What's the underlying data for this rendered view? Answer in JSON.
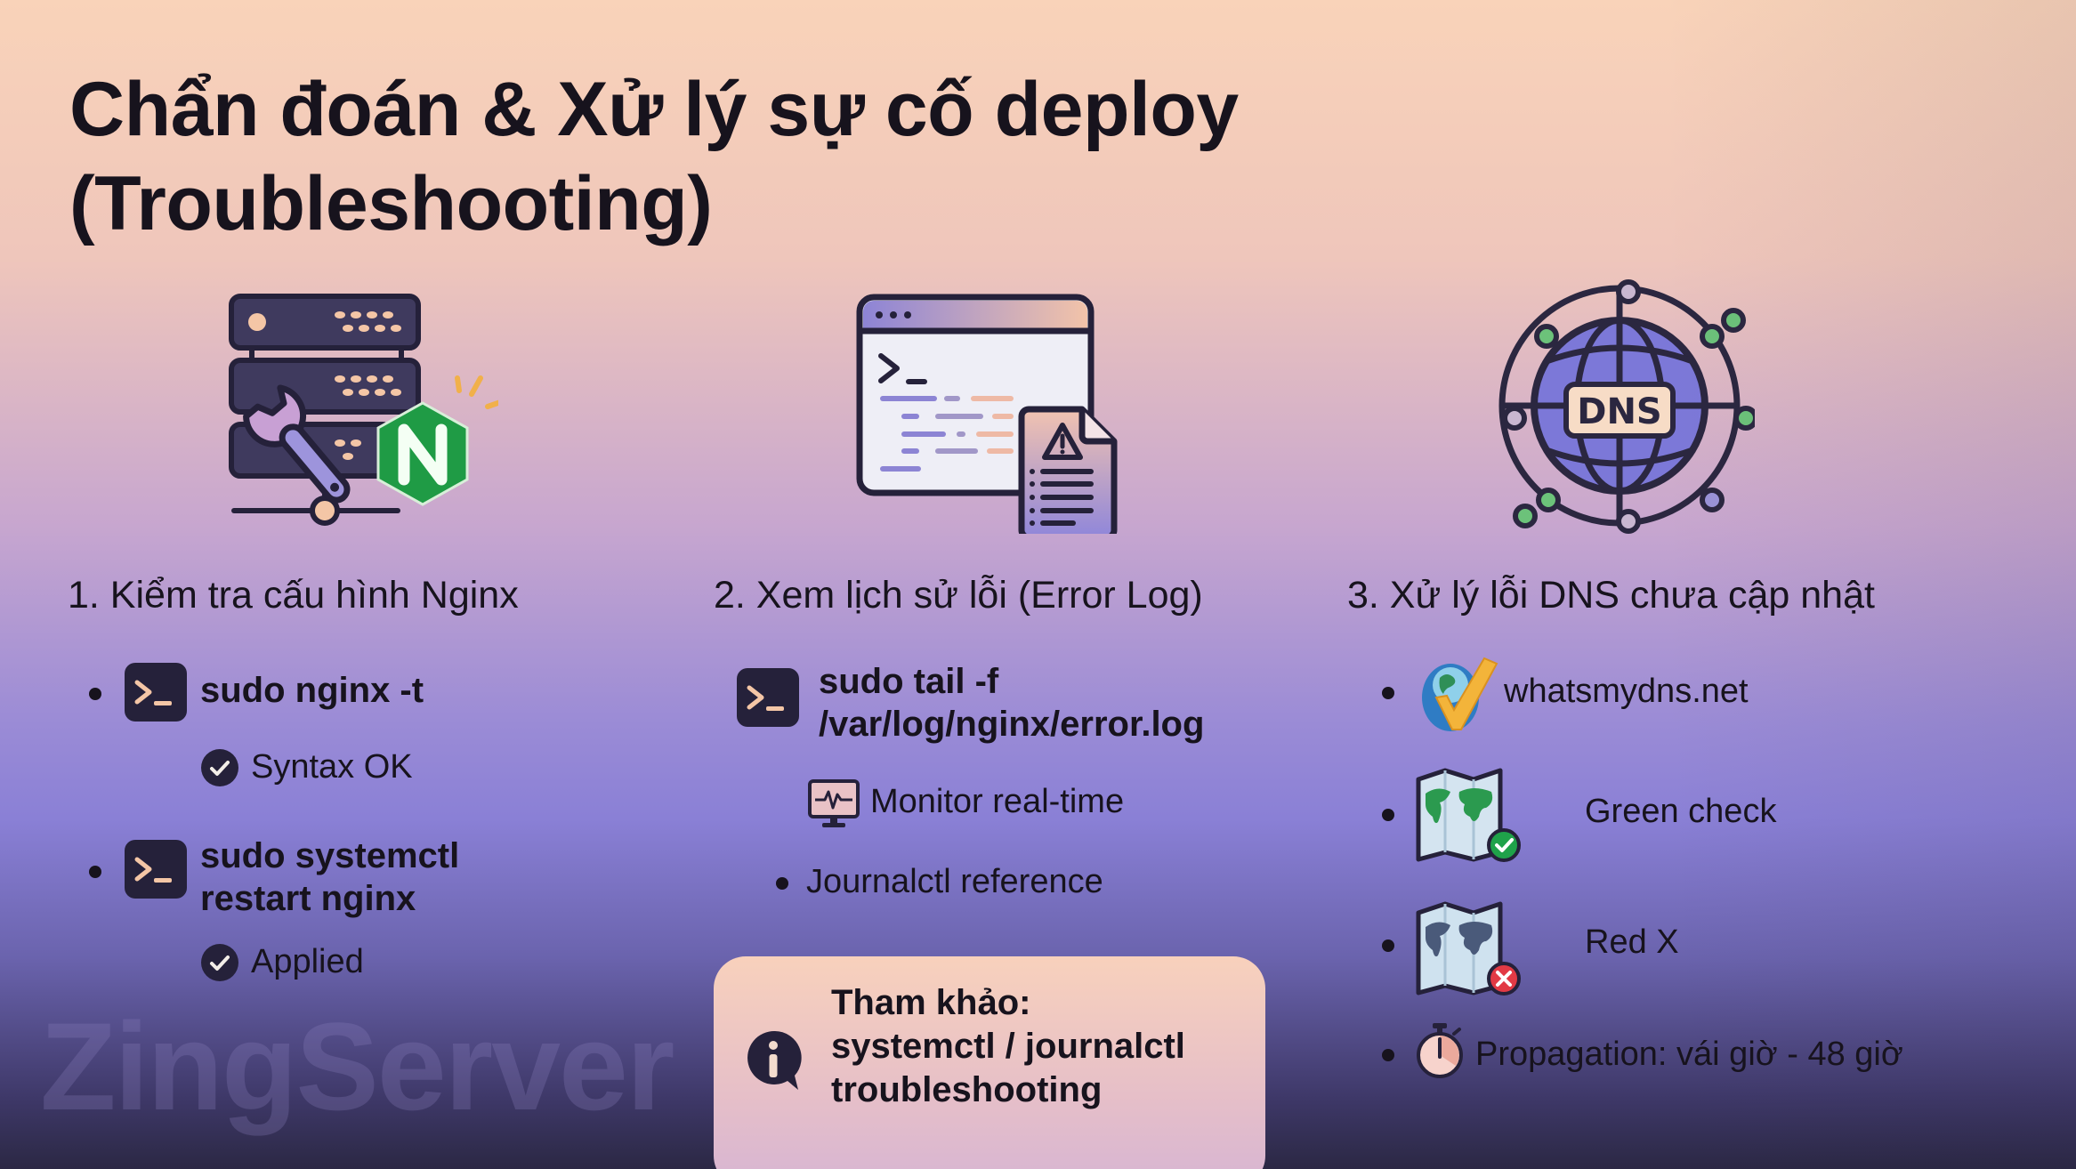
{
  "slide": {
    "title_line1": "Chẩn đoán & Xử lý sự cố deploy",
    "title_line2": "(Troubleshooting)",
    "watermark": "ZingServer",
    "colors": {
      "bg_top": "#f9d3b9",
      "bg_mid": "#8a80d6",
      "bg_bottom": "#2b2844",
      "text_dark": "#17131d",
      "icon_dark": "#25213a",
      "nginx_green": "#1f9b45",
      "check_green": "#1fa24a",
      "error_red": "#e23a45",
      "globe_blue": "#7c78d8"
    }
  },
  "sections": [
    {
      "heading": "1. Kiểm tra cấu hình Nginx",
      "illustration": "server-wrench-nginx-icon",
      "items": [
        {
          "icon": "terminal-icon",
          "command": "sudo nginx -t",
          "status_icon": "check-circle-icon",
          "status": "Syntax OK"
        },
        {
          "icon": "terminal-icon",
          "command_line1": "sudo systemctl",
          "command_line2": "restart nginx",
          "status_icon": "check-circle-icon",
          "status": "Applied"
        }
      ]
    },
    {
      "heading": "2. Xem lịch sử lỗi (Error Log)",
      "illustration": "terminal-window-warning-log-icon",
      "items": [
        {
          "icon": "terminal-icon",
          "command_line1": "sudo tail -f",
          "command_line2": "/var/log/nginx/error.log",
          "sub_icon": "monitor-heartbeat-icon",
          "sub": "Monitor real-time"
        },
        {
          "text": "Journalctl reference"
        }
      ],
      "note": {
        "icon": "info-bubble-icon",
        "line1": "Tham khảo:",
        "line2": "systemctl / journalctl",
        "line3": "troubleshooting"
      }
    },
    {
      "heading": "3. Xử lý lỗi DNS chưa cập nhật",
      "illustration": "dns-globe-network-icon",
      "illustration_label": "DNS",
      "items": [
        {
          "icon": "globe-checkmark-icon",
          "text": "whatsmydns.net"
        },
        {
          "icon": "world-map-green-check-icon",
          "text": "Green check"
        },
        {
          "icon": "world-map-red-x-icon",
          "text": "Red X"
        },
        {
          "icon": "stopwatch-icon",
          "text": "Propagation: vái giờ - 48 giờ"
        }
      ]
    }
  ]
}
